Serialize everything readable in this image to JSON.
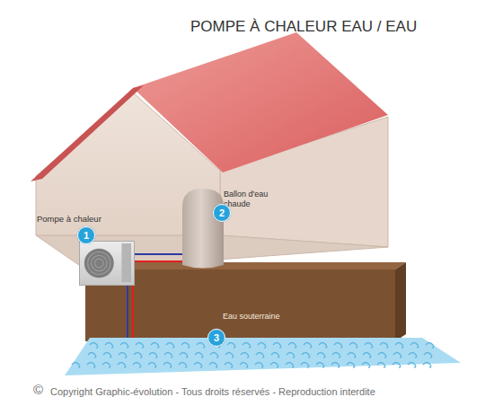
{
  "diagram": {
    "title": "POMPE À CHALEUR EAU / EAU",
    "caption": "Copyright Graphic-évolution - Tous droits réservés - Reproduction interdite",
    "nodes": [
      {
        "text": [
          "Pompe à chaleur",
          "1"
        ]
      },
      {
        "text": [
          "Ballon d'eau chaude",
          "2"
        ]
      },
      {
        "text": [
          "Eau souterraine",
          "3"
        ]
      }
    ],
    "edges": [
      {
        "from": 0,
        "to": 1,
        "arrow": "none"
      },
      {
        "from": 0,
        "to": 1,
        "arrow": "none"
      },
      {
        "from": 0,
        "to": 2,
        "arrow": "none"
      },
      {
        "from": 0,
        "to": 2,
        "arrow": "none"
      }
    ],
    "labels": [
      "©"
    ]
  }
}
